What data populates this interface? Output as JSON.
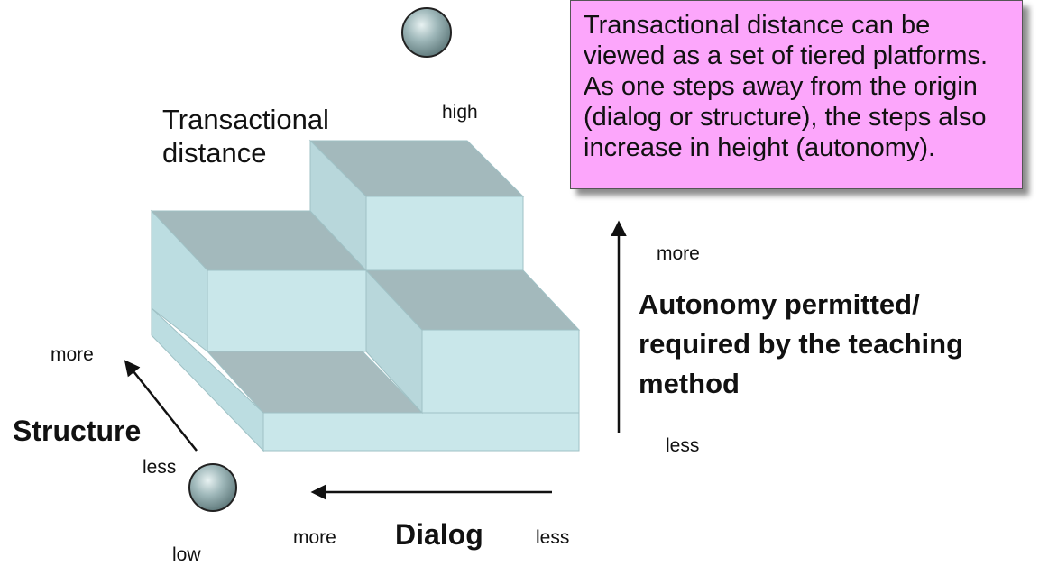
{
  "labels": {
    "transactional_distance": "Transactional distance",
    "high": "high",
    "low": "low",
    "structure": "Structure",
    "structure_more": "more",
    "structure_less": "less",
    "dialog": "Dialog",
    "dialog_more": "more",
    "dialog_less": "less",
    "autonomy": "Autonomy permitted/ required by the teaching method",
    "autonomy_more": "more",
    "autonomy_less": "less"
  },
  "callout": {
    "text": "Transactional distance can be viewed as a set of tiered platforms. As one steps away from the origin (dialog or structure), the steps also increase in height (autonomy)."
  },
  "colors": {
    "face_light": "#c9e7ea",
    "face_mid": "#b7d4d8",
    "face_top": "#a3b9bc",
    "callout_bg": "#fca6fb",
    "sphere": "#8aa6a8"
  }
}
